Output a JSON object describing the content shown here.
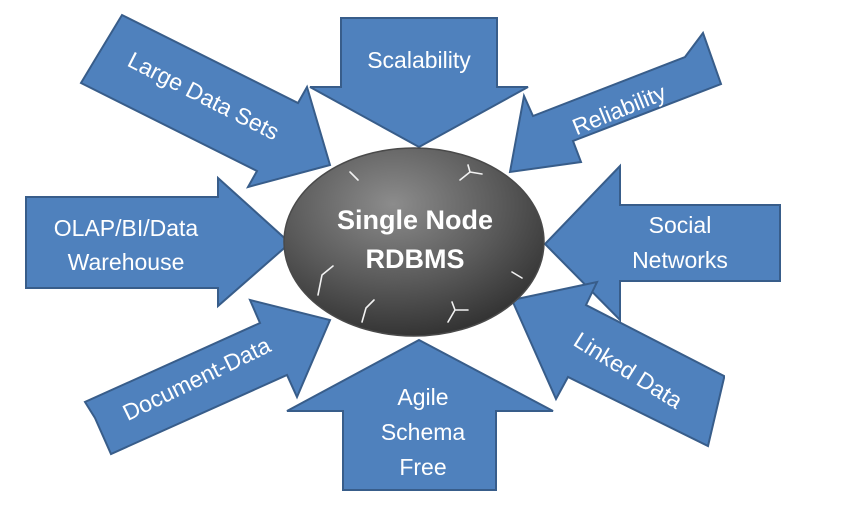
{
  "center": {
    "line1": "Single Node",
    "line2": "RDBMS"
  },
  "arrows": {
    "scalability": {
      "label": "Scalability"
    },
    "large_data_sets": {
      "label": "Large Data Sets"
    },
    "reliability": {
      "label": "Reliability"
    },
    "olap": {
      "line1": "OLAP/BI/Data",
      "line2": "Warehouse"
    },
    "social_networks": {
      "line1": "Social",
      "line2": "Networks"
    },
    "document_data": {
      "label": "Document-Data"
    },
    "linked_data": {
      "label": "Linked Data"
    },
    "agile": {
      "line1": "Agile",
      "line2": "Schema",
      "line3": "Free"
    }
  },
  "colors": {
    "arrow_fill": "#4f81bd",
    "arrow_border": "#385d8a",
    "center_dark": "#3a3a3a",
    "center_light": "#8a8a8a"
  }
}
